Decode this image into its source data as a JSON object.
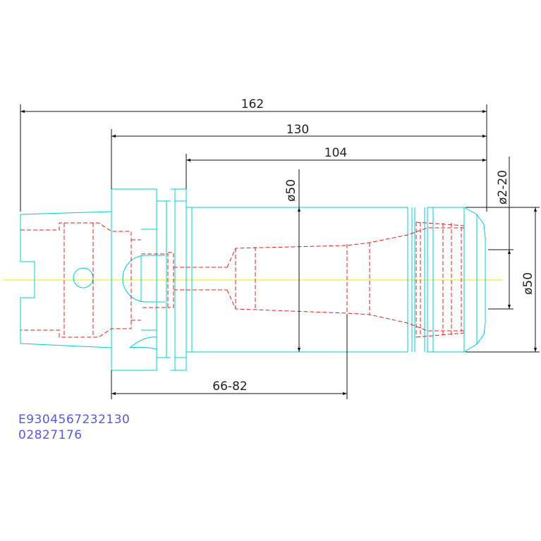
{
  "dimensions": {
    "overall_length": "162",
    "flange_to_tip_length": "130",
    "body_length": "104",
    "body_diameter": "ø50",
    "clamping_range": "ø2-20",
    "nose_diameter": "ø50",
    "gauge_length": "66-82"
  },
  "part_codes": {
    "line1": "E9304567232130",
    "line2": "02827176"
  },
  "colors": {
    "outline": "#00cccc",
    "hidden": "#e02020",
    "centerline": "#e8e800",
    "dimension": "#111111",
    "code_text": "#5959d8"
  }
}
